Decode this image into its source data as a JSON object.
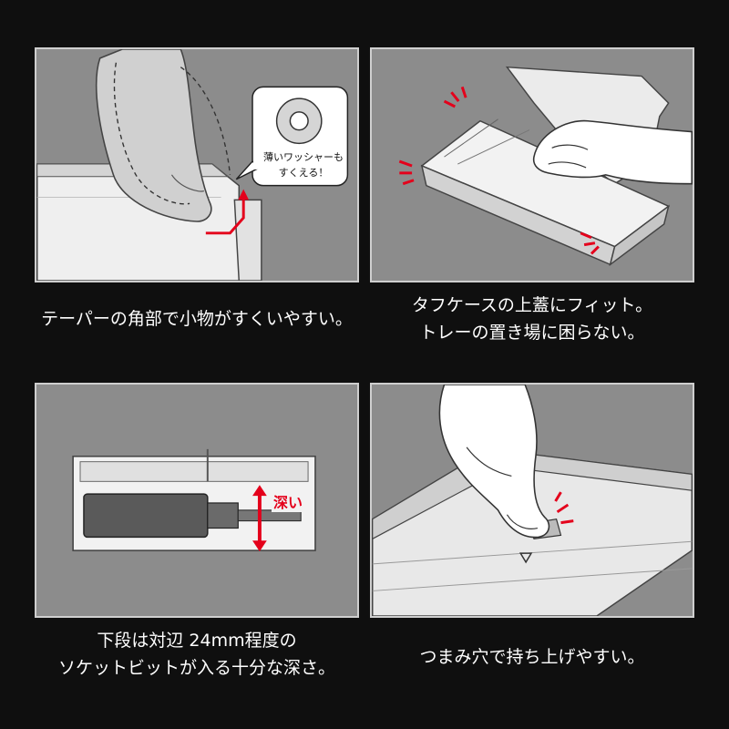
{
  "panels": [
    {
      "id": "scoop",
      "caption_lines": [
        "テーパーの角部で小物がすくいやすい。"
      ],
      "callout_lines": [
        "薄いワッシャーも",
        "すくえる！"
      ],
      "icons": [
        "finger-icon",
        "washer-icon",
        "arrow-up-icon"
      ]
    },
    {
      "id": "lid-fit",
      "caption_lines": [
        "タフケースの上蓋にフィット。",
        "トレーの置き場に困らない。"
      ],
      "icons": [
        "hand-icon",
        "fit-mark-icon"
      ]
    },
    {
      "id": "depth",
      "caption_lines": [
        "下段は対辺 24mm程度の",
        "ソケットビットが入る十分な深さ。"
      ],
      "depth_label": "深い",
      "icons": [
        "socket-bit-icon",
        "double-arrow-icon"
      ]
    },
    {
      "id": "lift",
      "caption_lines": [
        "つまみ穴で持ち上げやすい。"
      ],
      "icons": [
        "hand-icon",
        "triangle-mark-icon"
      ]
    }
  ],
  "colors": {
    "accent": "#e4001b",
    "panel_bg": "#8c8c8c",
    "page_bg": "#0f0f0f",
    "tray": "#f2f2f2"
  }
}
